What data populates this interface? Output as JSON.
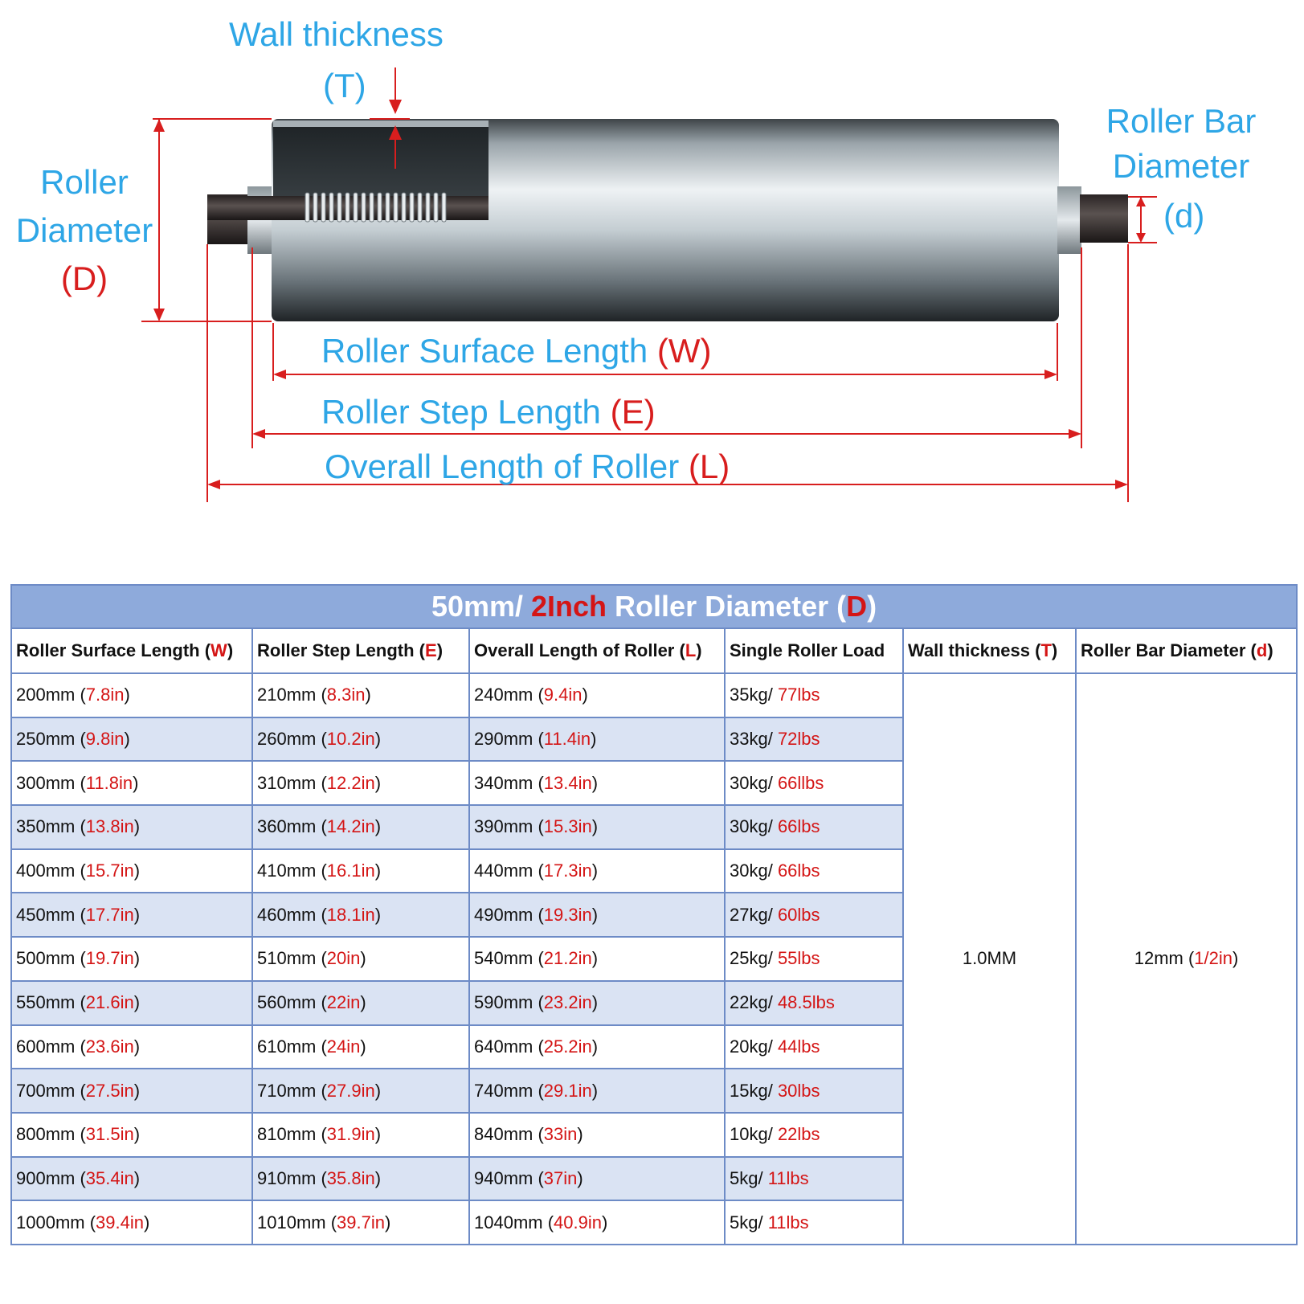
{
  "diagram": {
    "wall_thickness": {
      "label": "Wall thickness",
      "symbol": "(T)"
    },
    "roller_diameter": {
      "line1": "Roller",
      "line2": "Diameter",
      "symbol": "(D)"
    },
    "roller_bar_diameter": {
      "line1": "Roller Bar",
      "line2": "Diameter",
      "symbol": "(d)"
    },
    "surface_length": {
      "label": "Roller Surface Length",
      "symbol": "(W)"
    },
    "step_length": {
      "label": "Roller Step Length",
      "symbol": "(E)"
    },
    "overall_length": {
      "label": "Overall Length of Roller",
      "symbol": "(L)"
    },
    "colors": {
      "label_blue": "#2ea6e6",
      "symbol_red": "#d81e1e",
      "roller_grey": "#6e7a80"
    }
  },
  "table": {
    "title": {
      "part1": "50mm/ ",
      "part2": "2Inch",
      "part3": " Roller Diameter (",
      "part4": "D",
      "part5": ")"
    },
    "headers": [
      {
        "text": "Roller Surface Length (",
        "sym": "W",
        "close": ")"
      },
      {
        "text": "Roller Step Length (",
        "sym": "E",
        "close": ")"
      },
      {
        "text": "Overall Length of Roller (",
        "sym": "L",
        "close": ")"
      },
      {
        "text": "Single Roller Load",
        "sym": "",
        "close": ""
      },
      {
        "text": "Wall thickness (",
        "sym": "T",
        "close": ")"
      },
      {
        "text": "Roller Bar Diameter (",
        "sym": "d",
        "close": ")"
      }
    ],
    "rows": [
      {
        "w": [
          "200mm (",
          "7.8in",
          ")"
        ],
        "e": [
          "210mm (",
          "8.3in",
          ")"
        ],
        "l": [
          "240mm (",
          "9.4in",
          ")"
        ],
        "load": [
          "35kg/ ",
          "77lbs"
        ]
      },
      {
        "w": [
          "250mm (",
          "9.8in",
          ")"
        ],
        "e": [
          "260mm (",
          "10.2in",
          ")"
        ],
        "l": [
          "290mm (",
          "11.4in",
          ")"
        ],
        "load": [
          "33kg/ ",
          "72lbs"
        ]
      },
      {
        "w": [
          "300mm (",
          "11.8in",
          ")"
        ],
        "e": [
          "310mm (",
          "12.2in",
          ")"
        ],
        "l": [
          "340mm (",
          "13.4in",
          ")"
        ],
        "load": [
          "30kg/ ",
          "66llbs"
        ]
      },
      {
        "w": [
          "350mm (",
          "13.8in",
          ")"
        ],
        "e": [
          "360mm (",
          "14.2in",
          ")"
        ],
        "l": [
          "390mm (",
          "15.3in",
          ")"
        ],
        "load": [
          "30kg/ ",
          "66lbs"
        ]
      },
      {
        "w": [
          "400mm (",
          "15.7in",
          ")"
        ],
        "e": [
          "410mm (",
          "16.1in",
          ")"
        ],
        "l": [
          "440mm (",
          "17.3in",
          ")"
        ],
        "load": [
          "30kg/ ",
          "66lbs"
        ]
      },
      {
        "w": [
          "450mm (",
          "17.7in",
          ")"
        ],
        "e": [
          "460mm (",
          "18.1in",
          ")"
        ],
        "l": [
          "490mm (",
          "19.3in",
          ")"
        ],
        "load": [
          "27kg/ ",
          "60lbs"
        ]
      },
      {
        "w": [
          "500mm (",
          "19.7in",
          ")"
        ],
        "e": [
          "510mm (",
          "20in",
          ")"
        ],
        "l": [
          "540mm (",
          "21.2in",
          ")"
        ],
        "load": [
          "25kg/ ",
          "55lbs"
        ]
      },
      {
        "w": [
          "550mm (",
          "21.6in",
          ")"
        ],
        "e": [
          "560mm (",
          "22in",
          ")"
        ],
        "l": [
          "590mm (",
          "23.2in",
          ")"
        ],
        "load": [
          "22kg/ ",
          "48.5lbs"
        ]
      },
      {
        "w": [
          "600mm (",
          "23.6in",
          ")"
        ],
        "e": [
          "610mm (",
          "24in",
          ")"
        ],
        "l": [
          "640mm (",
          "25.2in",
          ")"
        ],
        "load": [
          "20kg/ ",
          "44lbs"
        ]
      },
      {
        "w": [
          "700mm (",
          "27.5in",
          ")"
        ],
        "e": [
          "710mm (",
          "27.9in",
          ")"
        ],
        "l": [
          "740mm (",
          "29.1in",
          ")"
        ],
        "load": [
          "15kg/ ",
          "30lbs"
        ]
      },
      {
        "w": [
          "800mm (",
          "31.5in",
          ")"
        ],
        "e": [
          "810mm (",
          "31.9in",
          ")"
        ],
        "l": [
          "840mm (",
          "33in",
          ")"
        ],
        "load": [
          "10kg/ ",
          "22lbs"
        ]
      },
      {
        "w": [
          "900mm (",
          "35.4in",
          ")"
        ],
        "e": [
          "910mm (",
          "35.8in",
          ")"
        ],
        "l": [
          "940mm (",
          "37in",
          ")"
        ],
        "load": [
          "5kg/ ",
          "11lbs"
        ]
      },
      {
        "w": [
          "1000mm (",
          "39.4in",
          ")"
        ],
        "e": [
          "1010mm (",
          "39.7in",
          ")"
        ],
        "l": [
          "1040mm (",
          "40.9in",
          ")"
        ],
        "load": [
          "5kg/ ",
          "11lbs"
        ]
      }
    ],
    "wall_thickness_value": "1.0MM",
    "bar_diameter_value": [
      "12mm (",
      "1/2in",
      ")"
    ],
    "colors": {
      "title_bg": "#8eaadb",
      "band": "#dae3f3",
      "border": "#6d8bc6",
      "accent_red": "#d41515"
    }
  }
}
